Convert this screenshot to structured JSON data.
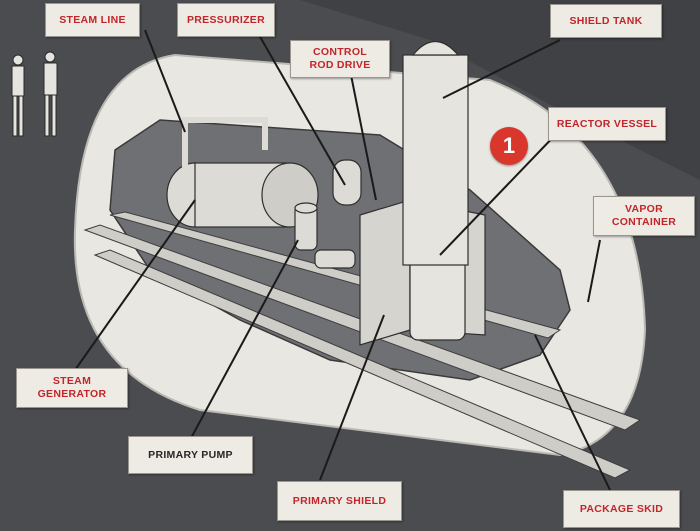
{
  "labels": {
    "steam_line": "STEAM LINE",
    "pressurizer": "PRESSURIZER",
    "shield_tank": "SHIELD TANK",
    "control_rod_drive": "CONTROL\nROD DRIVE",
    "reactor_vessel": "REACTOR VESSEL",
    "vapor_container": "VAPOR\nCONTAINER",
    "steam_generator": "STEAM\nGENERATOR",
    "primary_pump": "PRIMARY PUMP",
    "primary_shield": "PRIMARY SHIELD",
    "package_skid": "PACKAGE SKID"
  },
  "badge": "1",
  "colors": {
    "background": "#4a4c4f",
    "label_bg": "#eeeae4",
    "label_red_text": "#c2262a",
    "label_dark_text": "#262626",
    "badge": "#d9372c"
  }
}
